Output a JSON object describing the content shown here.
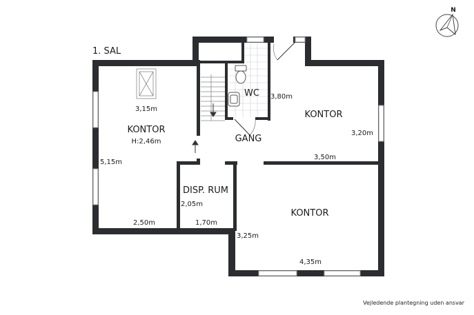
{
  "floor_label": "1. SAL",
  "compass_letter": "N",
  "disclaimer": "Vejledende plantegning uden ansvar",
  "rooms": {
    "left_office": {
      "name": "KONTOR",
      "height": "H:2,46m",
      "width": "3,15m",
      "length": "5,15m",
      "bottom": "2,50m"
    },
    "right_office": {
      "name": "KONTOR",
      "length": "3,80m",
      "width": "3,20m",
      "bottom": "3,50m"
    },
    "bottom_office": {
      "name": "KONTOR",
      "length": "3,25m",
      "width": "4,35m"
    },
    "wc": {
      "name": "WC"
    },
    "hall": {
      "name": "GANG"
    },
    "storage": {
      "name": "DISP. RUM",
      "length": "2,05m",
      "width": "1,70m"
    }
  },
  "colors": {
    "wall": "#2b2d30",
    "window": "#9a9a9a",
    "fixture": "#555555"
  },
  "icons": [
    "compass-icon",
    "toilet-icon",
    "sink-icon",
    "skylight-icon",
    "stair-arrow-icon"
  ]
}
